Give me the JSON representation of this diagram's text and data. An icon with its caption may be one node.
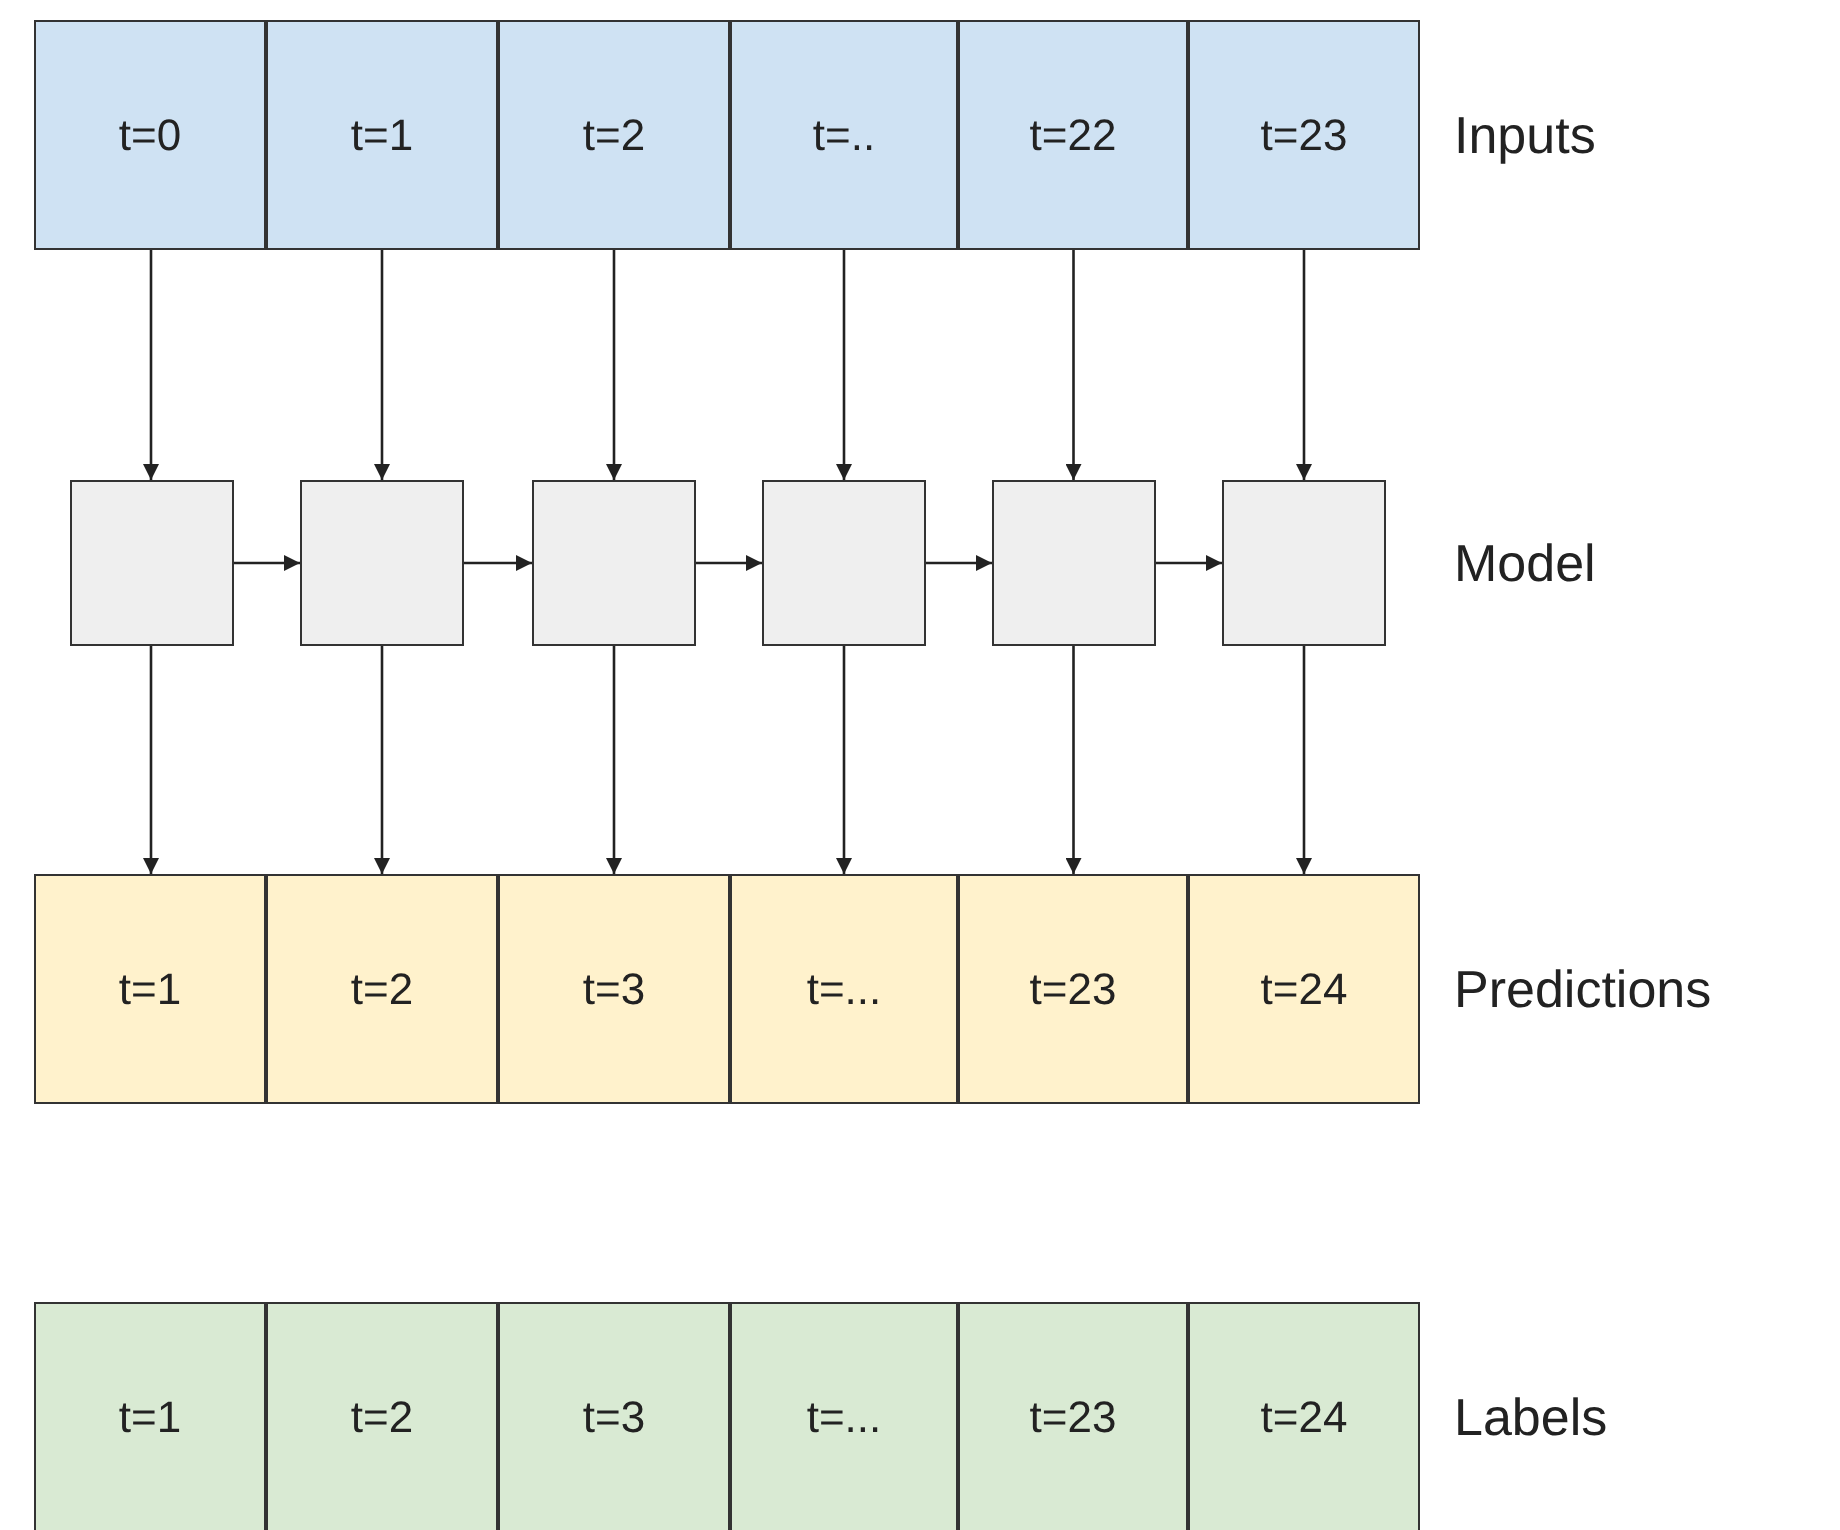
{
  "diagram": {
    "nodes": [
      {
        "text": [
          "t=0"
        ]
      },
      {
        "text": [
          "t=1"
        ]
      },
      {
        "text": [
          "t=2"
        ]
      },
      {
        "text": [
          "t=.."
        ]
      },
      {
        "text": [
          "t=22"
        ]
      },
      {
        "text": [
          "t=23"
        ]
      },
      {
        "text": [],
        "shape": "box"
      },
      {
        "text": [],
        "shape": "box"
      },
      {
        "text": [],
        "shape": "box"
      },
      {
        "text": [],
        "shape": "box"
      },
      {
        "text": [],
        "shape": "box"
      },
      {
        "text": [],
        "shape": "box"
      },
      {
        "text": [
          "t=1"
        ]
      },
      {
        "text": [
          "t=2"
        ]
      },
      {
        "text": [
          "t=3"
        ]
      },
      {
        "text": [
          "t=..."
        ]
      },
      {
        "text": [
          "t=23"
        ]
      },
      {
        "text": [
          "t=24"
        ]
      },
      {
        "text": [
          "t=1"
        ]
      },
      {
        "text": [
          "t=2"
        ]
      },
      {
        "text": [
          "t=3"
        ]
      },
      {
        "text": [
          "t=..."
        ]
      },
      {
        "text": [
          "t=23"
        ]
      },
      {
        "text": [
          "t=24"
        ]
      }
    ],
    "edges": [
      {
        "from": 0,
        "to": 6,
        "arrow": "to"
      },
      {
        "from": 1,
        "to": 7,
        "arrow": "to"
      },
      {
        "from": 2,
        "to": 8,
        "arrow": "to"
      },
      {
        "from": 3,
        "to": 9,
        "arrow": "to"
      },
      {
        "from": 4,
        "to": 10,
        "arrow": "to"
      },
      {
        "from": 5,
        "to": 11,
        "arrow": "to"
      },
      {
        "from": 6,
        "to": 7,
        "arrow": "to"
      },
      {
        "from": 7,
        "to": 8,
        "arrow": "to"
      },
      {
        "from": 8,
        "to": 9,
        "arrow": "to"
      },
      {
        "from": 9,
        "to": 10,
        "arrow": "to"
      },
      {
        "from": 10,
        "to": 11,
        "arrow": "to"
      },
      {
        "from": 6,
        "to": 12,
        "arrow": "to"
      },
      {
        "from": 7,
        "to": 13,
        "arrow": "to"
      },
      {
        "from": 8,
        "to": 14,
        "arrow": "to"
      },
      {
        "from": 9,
        "to": 15,
        "arrow": "to"
      },
      {
        "from": 10,
        "to": 16,
        "arrow": "to"
      },
      {
        "from": 11,
        "to": 17,
        "arrow": "to"
      }
    ],
    "labels": [
      "Inputs",
      "Model",
      "Predictions",
      "Labels"
    ]
  }
}
